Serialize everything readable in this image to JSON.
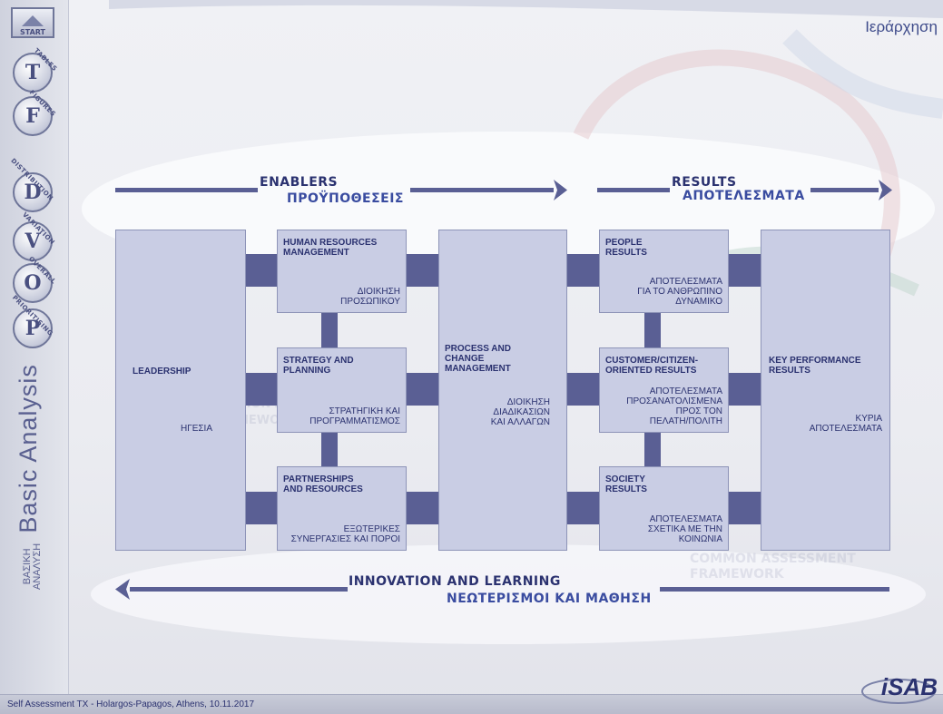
{
  "page_title": "Ιεράρχηση",
  "sidebar": {
    "start_label": "START",
    "items": [
      {
        "letter": "T",
        "tag": "TABLES"
      },
      {
        "letter": "F",
        "tag": "FIGURES"
      },
      {
        "letter": "D",
        "tag": "DISTRIBUTION"
      },
      {
        "letter": "V",
        "tag": "VARIATION"
      },
      {
        "letter": "O",
        "tag": "OVERALL"
      },
      {
        "letter": "P",
        "tag": "PRIORITISING"
      }
    ],
    "section_title_en": "Basic Analysis",
    "section_title_gr_1": "ΒΑΣΙΚΗ",
    "section_title_gr_2": "ΑΝΑΛΥΣΗ"
  },
  "diagram": {
    "enablers_en": "ENABLERS",
    "enablers_gr": "ΠΡΟΫΠΟΘΕΣΕΙΣ",
    "results_en": "RESULTS",
    "results_gr": "ΑΠΟΤΕΛΕΣΜΑΤΑ",
    "innovation_en": "INNOVATION AND LEARNING",
    "innovation_gr": "ΝΕΩΤΕΡΙΣΜΟΙ ΚΑΙ ΜΑΘΗΣΗ",
    "leadership_en": "LEADERSHIP",
    "leadership_gr": "ΗΓΕΣΙΑ",
    "hr_en_1": "HUMAN RESOURCES",
    "hr_en_2": "MANAGEMENT",
    "hr_gr_1": "ΔΙΟΙΚΗΣΗ",
    "hr_gr_2": "ΠΡΟΣΩΠΙΚΟΥ",
    "strategy_en_1": "STRATEGY AND",
    "strategy_en_2": "PLANNING",
    "strategy_gr_1": "ΣΤΡΑΤΗΓΙΚΗ ΚΑΙ",
    "strategy_gr_2": "ΠΡΟΓΡΑΜΜΑΤΙΣΜΟΣ",
    "partners_en_1": "PARTNERSHIPS",
    "partners_en_2": "AND RESOURCES",
    "partners_gr_1": "ΕΞΩΤΕΡΙΚΕΣ",
    "partners_gr_2": "ΣΥΝΕΡΓΑΣΙΕΣ ΚΑΙ ΠΟΡΟΙ",
    "process_en_1": "PROCESS AND",
    "process_en_2": "CHANGE",
    "process_en_3": "MANAGEMENT",
    "process_gr_1": "ΔΙΟΙΚΗΣΗ",
    "process_gr_2": "ΔΙΑΔΙΚΑΣΙΩΝ",
    "process_gr_3": "ΚΑΙ ΑΛΛΑΓΩΝ",
    "people_en_1": "PEOPLE",
    "people_en_2": "RESULTS",
    "people_gr_1": "ΑΠΟΤΕΛΕΣΜΑΤΑ",
    "people_gr_2": "ΓΙΑ ΤΟ ΑΝΘΡΩΠΙΝΟ",
    "people_gr_3": "ΔΥΝΑΜΙΚΟ",
    "customer_en_1": "CUSTOMER/CITIZEN-",
    "customer_en_2": "ORIENTED RESULTS",
    "customer_gr_1": "ΑΠΟΤΕΛΕΣΜΑΤΑ",
    "customer_gr_2": "ΠΡΟΣΑΝΑΤΟΛΙΣΜΕΝΑ",
    "customer_gr_3": "ΠΡΟΣ ΤΟΝ",
    "customer_gr_4": "ΠΕΛΑΤΗ/ΠΟΛΙΤΗ",
    "society_en_1": "SOCIETY",
    "society_en_2": "RESULTS",
    "society_gr_1": "ΑΠΟΤΕΛΕΣΜΑΤΑ",
    "society_gr_2": "ΣΧΕΤΙΚΑ ΜΕ ΤΗΝ",
    "society_gr_3": "ΚΟΙΝΩΝΙΑ",
    "kpr_en_1": "KEY PERFORMANCE",
    "kpr_en_2": "RESULTS",
    "kpr_gr_1": "ΚΥΡΙΑ",
    "kpr_gr_2": "ΑΠΟΤΕΛΕΣΜΑΤΑ",
    "watermark_1": "COMMON ASSESSMENT",
    "watermark_2": "FRAMEWORK"
  },
  "footer": {
    "text": "Self Assessment TX - Holargos-Papagos, Athens, 10.11.2017"
  },
  "logo": {
    "text": "iSAB"
  },
  "colors": {
    "box_fill": "#c9cde4",
    "connector": "#5a5f94",
    "text": "#2b3270"
  }
}
